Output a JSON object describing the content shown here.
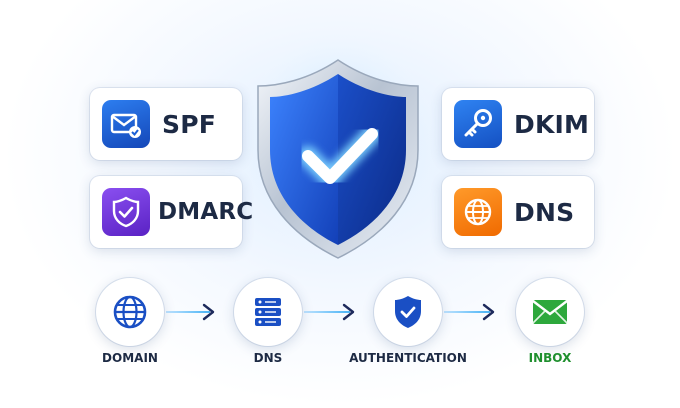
{
  "cards": {
    "spf": {
      "label": "SPF",
      "icon": "mail-check-icon",
      "color": "#1a5fd6"
    },
    "dmarc": {
      "label": "DMARC",
      "icon": "shield-check-icon",
      "color": "#6b34dc"
    },
    "dkim": {
      "label": "DKIM",
      "icon": "key-icon",
      "color": "#1e63d8"
    },
    "dns": {
      "label": "DNS",
      "icon": "globe-icon",
      "color": "#f57c10"
    }
  },
  "center": {
    "icon": "shield-checkmark-icon",
    "color": "#1a4fd0"
  },
  "flow": [
    {
      "label": "DOMAIN",
      "icon": "globe-icon"
    },
    {
      "label": "DNS",
      "icon": "server-icon"
    },
    {
      "label": "AUTHENTICATION",
      "icon": "shield-check-icon"
    },
    {
      "label": "INBOX",
      "icon": "envelope-icon",
      "color": "#1f8f2e"
    }
  ]
}
